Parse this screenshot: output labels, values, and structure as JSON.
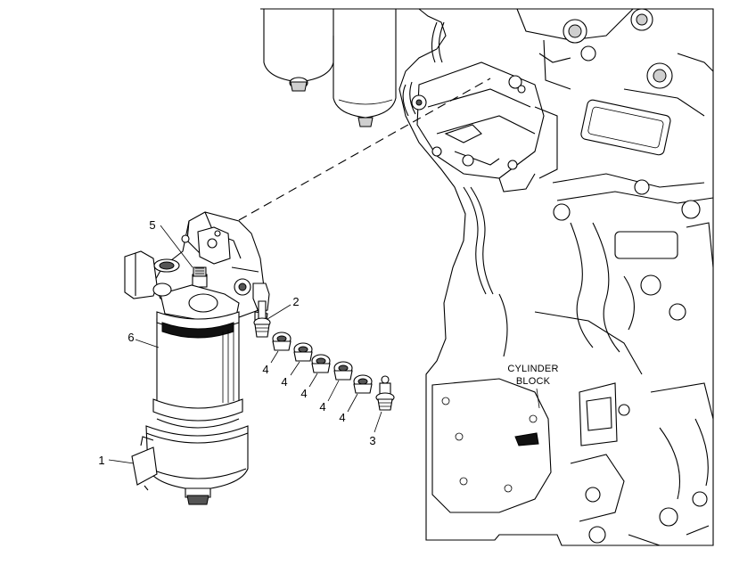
{
  "callouts": {
    "c1": "1",
    "c2": "2",
    "c3": "3",
    "c4a": "4",
    "c4b": "4",
    "c4c": "4",
    "c4d": "4",
    "c4e": "4",
    "c5": "5",
    "c6": "6"
  },
  "block_label": {
    "line1": "CYLINDER",
    "line2": "BLOCK"
  }
}
